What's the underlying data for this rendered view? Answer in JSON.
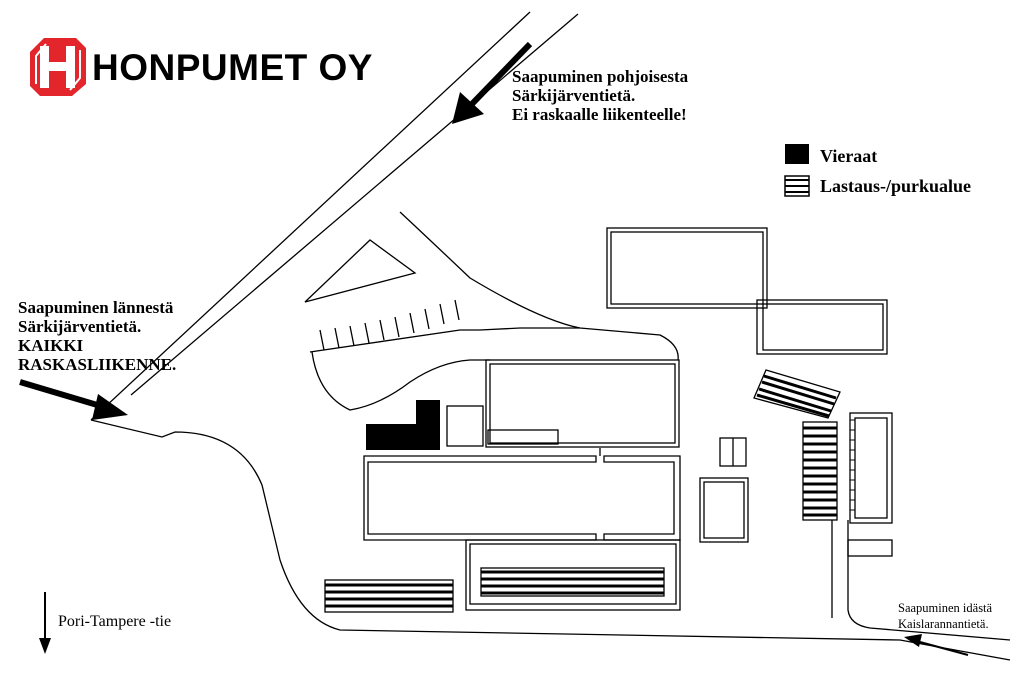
{
  "brand": {
    "name": "HONPUMET OY",
    "color": "#e3262b"
  },
  "legend": {
    "items": [
      {
        "label": "Vieraat",
        "swatch": "solid-black"
      },
      {
        "label": "Lastaus-/purkualue",
        "swatch": "hatched"
      }
    ]
  },
  "arrivals": {
    "north": {
      "line1": "Saapuminen pohjoisesta",
      "line2": "Särkijärventietä.",
      "line3": "Ei raskaalle liikenteelle!"
    },
    "west": {
      "line1": "Saapuminen lännestä",
      "line2": "Särkijärventietä.",
      "line3": "KAIKKI",
      "line4": "RASKASLIIKENNE."
    },
    "east": {
      "line1": "Saapuminen idästä",
      "line2": "Kaislarannantietä."
    },
    "south": {
      "line1": "Pori-Tampere -tie"
    }
  },
  "colors": {
    "ink": "#000000",
    "background": "#ffffff"
  }
}
